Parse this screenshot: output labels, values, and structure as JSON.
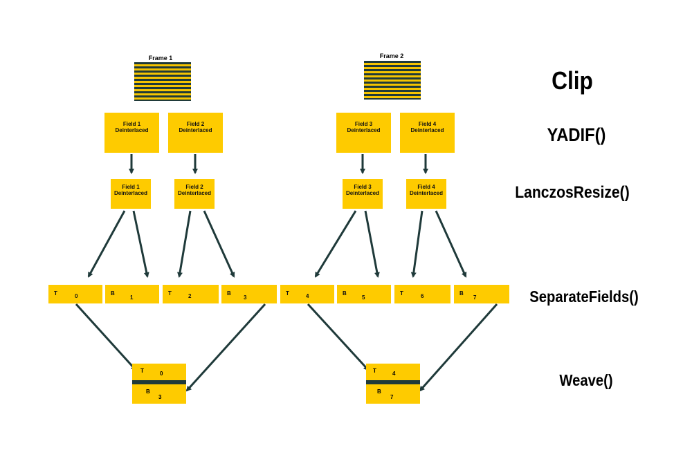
{
  "frames": [
    {
      "title": "Frame 1"
    },
    {
      "title": "Frame 2"
    }
  ],
  "yadif_boxes": [
    {
      "line1": "Field 1",
      "line2": "Deinterlaced"
    },
    {
      "line1": "Field 2",
      "line2": "Deinterlaced"
    },
    {
      "line1": "Field 3",
      "line2": "Deinterlaced"
    },
    {
      "line1": "Field 4",
      "line2": "Deinterlaced"
    }
  ],
  "resize_boxes": [
    {
      "line1": "Field 1",
      "line2": "Deinterlaced"
    },
    {
      "line1": "Field 2",
      "line2": "Deinterlaced"
    },
    {
      "line1": "Field 3",
      "line2": "Deinterlaced"
    },
    {
      "line1": "Field 4",
      "line2": "Deinterlaced"
    }
  ],
  "separated_fields": [
    {
      "parity": "T",
      "index": "0"
    },
    {
      "parity": "B",
      "index": "1"
    },
    {
      "parity": "T",
      "index": "2"
    },
    {
      "parity": "B",
      "index": "3"
    },
    {
      "parity": "T",
      "index": "4"
    },
    {
      "parity": "B",
      "index": "5"
    },
    {
      "parity": "T",
      "index": "6"
    },
    {
      "parity": "B",
      "index": "7"
    }
  ],
  "woven": [
    {
      "top_parity": "T",
      "top_index": "0",
      "bottom_parity": "B",
      "bottom_index": "3"
    },
    {
      "top_parity": "T",
      "top_index": "4",
      "bottom_parity": "B",
      "bottom_index": "7"
    }
  ],
  "operations": {
    "clip": "Clip",
    "yadif": "YADIF()",
    "resize": "LanczosResize()",
    "separate": "SeparateFields()",
    "weave": "Weave()"
  },
  "colors": {
    "box": "#fecb00",
    "arrow": "#1f3a3a"
  }
}
